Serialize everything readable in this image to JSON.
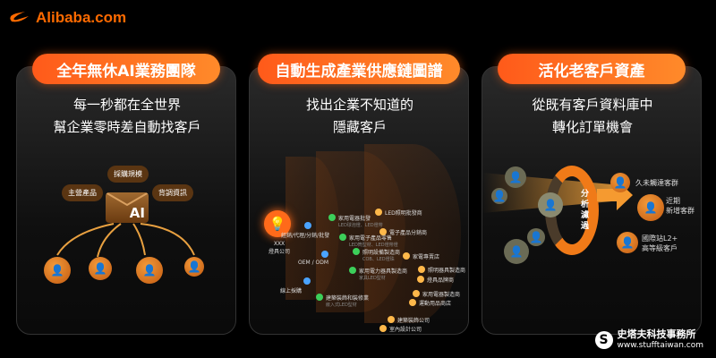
{
  "brand": {
    "name": "Alibaba.com",
    "color": "#ff6a00"
  },
  "panels": [
    {
      "title": "全年無休AI業務團隊",
      "subtitle": [
        "每一秒都在全世界",
        "幫企業零時差自動找客戶"
      ],
      "tags": [
        "採購規模",
        "主營產品",
        "背調資訊"
      ],
      "center": "AI"
    },
    {
      "title": "自動生成產業供應鏈圖譜",
      "subtitle": [
        "找出企業不知道的",
        "隱藏客戶"
      ],
      "company": [
        "XXX",
        "燈具公司"
      ],
      "nodes": [
        {
          "label": "經銷/代理/分銷/批發",
          "color": "#4aa3ff"
        },
        {
          "label": "OEM / ODM",
          "color": "#4aa3ff"
        },
        {
          "label": "線上採購",
          "color": "#4aa3ff"
        },
        {
          "label": "家用電器批發",
          "sub": "LED球泡燈、LED燈帶",
          "color": "#3ccf5a"
        },
        {
          "label": "家用電子產品零售",
          "sub": "LED筒型材、LED燈帶燈",
          "color": "#3ccf5a"
        },
        {
          "label": "照明設備製造商",
          "sub": "COB、LED燈珠",
          "color": "#3ccf5a"
        },
        {
          "label": "家用電力器具製造商",
          "sub": "家具LED型材",
          "color": "#3ccf5a"
        },
        {
          "label": "建築裝飾和裝修業",
          "sub": "嵌入式LED型材",
          "color": "#3ccf5a"
        },
        {
          "label": "LED照明批發商",
          "color": "#ffb84a"
        },
        {
          "label": "電子產品分銷商",
          "color": "#ffb84a"
        },
        {
          "label": "家電專賣店",
          "color": "#ffb84a"
        },
        {
          "label": "照明器具製造商",
          "color": "#ffb84a"
        },
        {
          "label": "燈具品牌商",
          "color": "#ffb84a"
        },
        {
          "label": "家用電器製造商",
          "color": "#ffb84a"
        },
        {
          "label": "運動用品商店",
          "color": "#ffb84a"
        },
        {
          "label": "建築裝飾公司",
          "color": "#ffb84a"
        },
        {
          "label": "室內設計公司",
          "color": "#ffb84a"
        }
      ]
    },
    {
      "title": "活化老客戶資產",
      "subtitle": [
        "從既有客戶資料庫中",
        "轉化訂單機會"
      ],
      "filter": "分析濾過",
      "outputs": [
        {
          "l1": "久未觸達客群"
        },
        {
          "l1": "近期",
          "l2": "新增客群"
        },
        {
          "l1": "國際站L2+",
          "l2": "高等級客戶"
        }
      ]
    }
  ],
  "watermark": {
    "name": "史塔夫科技事務所",
    "url": "www.stufftaiwan.com"
  }
}
